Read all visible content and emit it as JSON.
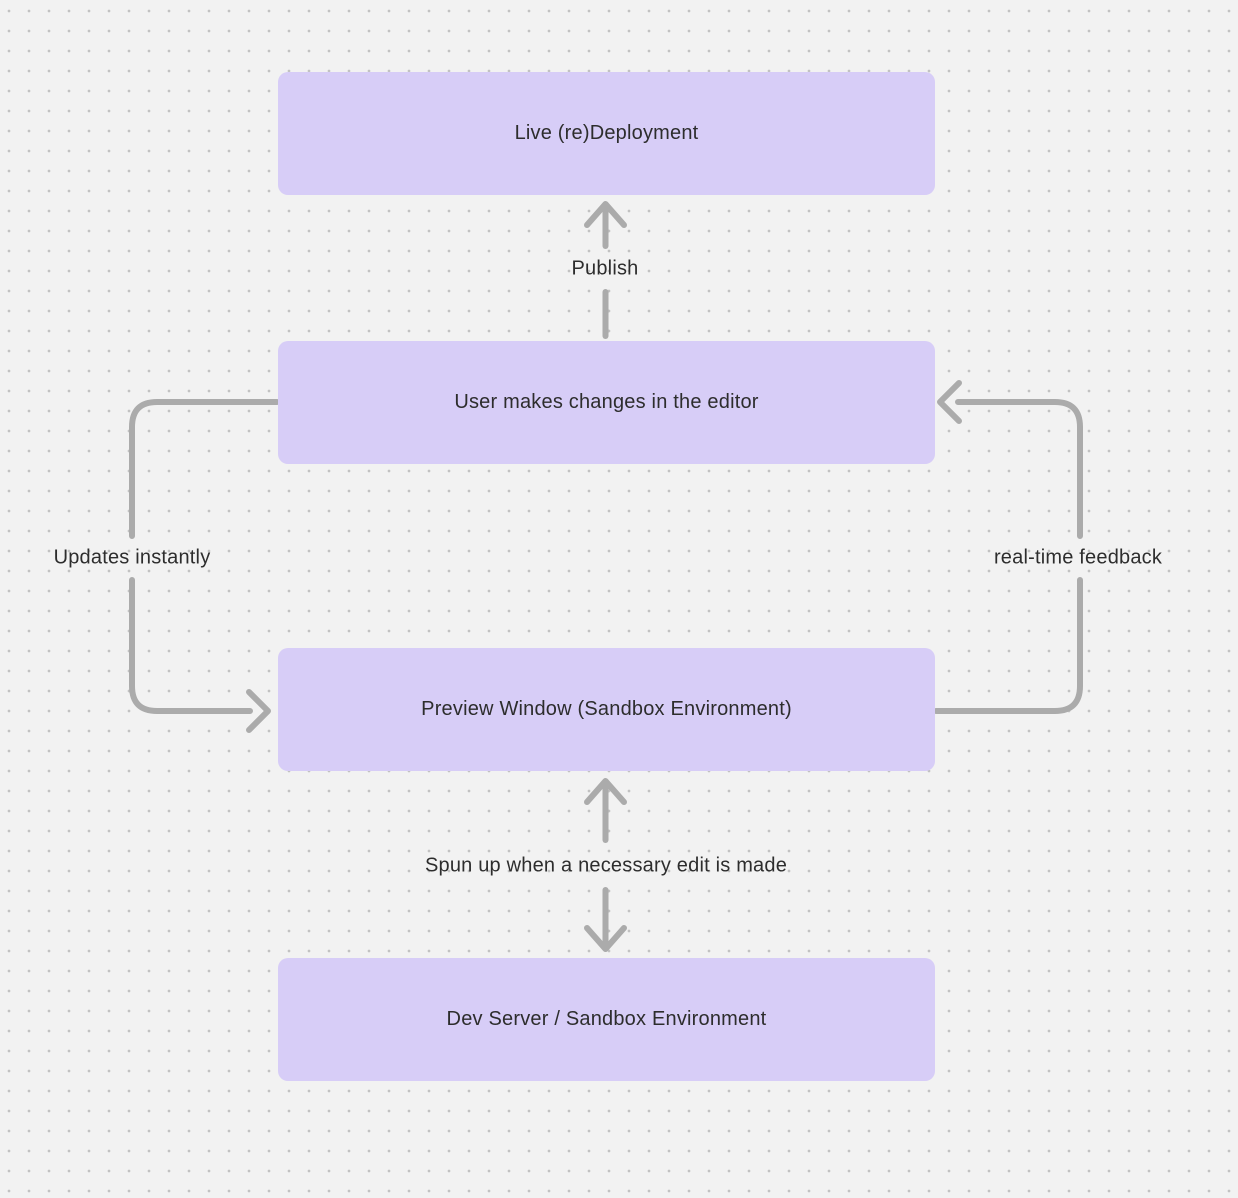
{
  "colors": {
    "background": "#f2f2f2",
    "dot_grid": "#c2c2c2",
    "node_fill": "#d7cdf7",
    "connector": "#ababab",
    "text": "#2d2d2d"
  },
  "nodes": [
    {
      "id": "live-redeployment",
      "label": "Live (re)Deployment"
    },
    {
      "id": "user-changes",
      "label": "User makes changes in the editor"
    },
    {
      "id": "preview-window",
      "label": "Preview Window (Sandbox Environment)"
    },
    {
      "id": "dev-server",
      "label": "Dev Server / Sandbox Environment"
    }
  ],
  "edges": [
    {
      "id": "publish",
      "label": "Publish",
      "from": "user-changes",
      "to": "live-redeployment",
      "bidirectional": false
    },
    {
      "id": "updates-instantly",
      "label": "Updates instantly",
      "from": "user-changes",
      "to": "preview-window",
      "bidirectional": false
    },
    {
      "id": "real-time-feedback",
      "label": "real-time feedback",
      "from": "preview-window",
      "to": "user-changes",
      "bidirectional": false
    },
    {
      "id": "spun-up",
      "label": "Spun up when a necessary edit is made",
      "from": "dev-server",
      "to": "preview-window",
      "bidirectional": true
    }
  ]
}
